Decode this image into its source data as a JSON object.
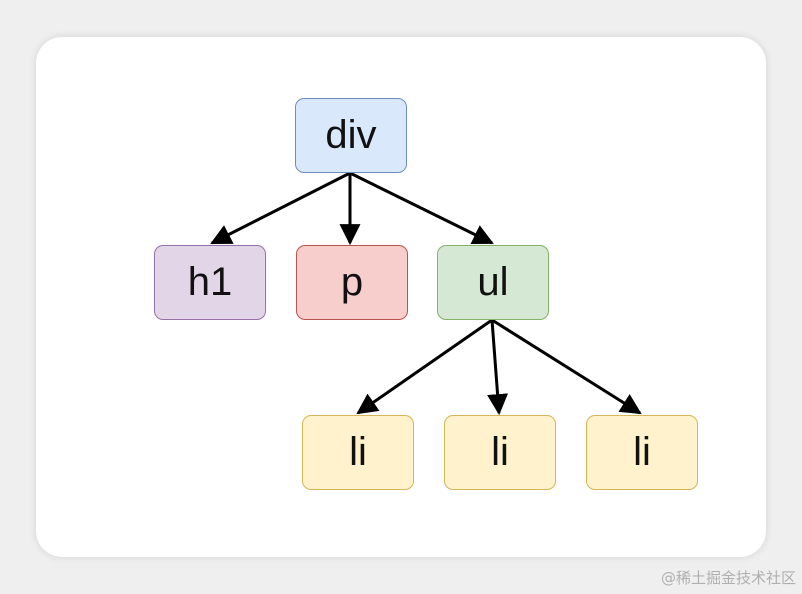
{
  "nodes": {
    "div": {
      "label": "div",
      "fill": "#dae8fc",
      "stroke": "#6c8ebf"
    },
    "h1": {
      "label": "h1",
      "fill": "#e1d5e7",
      "stroke": "#9673a6"
    },
    "p": {
      "label": "p",
      "fill": "#f8cecc",
      "stroke": "#b85450"
    },
    "ul": {
      "label": "ul",
      "fill": "#d5e8d4",
      "stroke": "#82b366"
    },
    "li1": {
      "label": "li",
      "fill": "#fff2cc",
      "stroke": "#d6b656"
    },
    "li2": {
      "label": "li",
      "fill": "#fff2cc",
      "stroke": "#d6b656"
    },
    "li3": {
      "label": "li",
      "fill": "#fff2cc",
      "stroke": "#d6b656"
    }
  },
  "edges": [
    [
      "div",
      "h1"
    ],
    [
      "div",
      "p"
    ],
    [
      "div",
      "ul"
    ],
    [
      "ul",
      "li1"
    ],
    [
      "ul",
      "li2"
    ],
    [
      "ul",
      "li3"
    ]
  ],
  "watermark": "@稀土掘金技术社区"
}
